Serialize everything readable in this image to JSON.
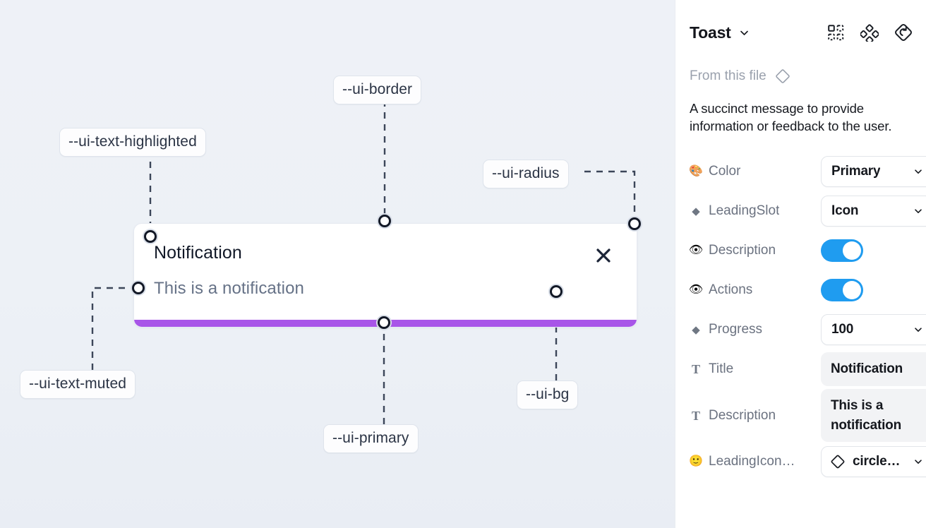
{
  "canvas": {
    "background_color": "#edf1f6",
    "tokens": [
      {
        "name": "ui-text-highlighted",
        "label": "--ui-text-highlighted"
      },
      {
        "name": "ui-border",
        "label": "--ui-border"
      },
      {
        "name": "ui-radius",
        "label": "--ui-radius"
      },
      {
        "name": "ui-text-muted",
        "label": "--ui-text-muted"
      },
      {
        "name": "ui-primary",
        "label": "--ui-primary"
      },
      {
        "name": "ui-bg",
        "label": "--ui-bg"
      }
    ]
  },
  "toast": {
    "title": "Notification",
    "description": "This is a notification",
    "close_icon": "close-icon",
    "progress_color": "#a855e8",
    "background_color": "#ffffff"
  },
  "panel": {
    "title": "Toast",
    "title_caret_icon": "chevron-down-icon",
    "header_icons": [
      {
        "name": "component-grid-icon"
      },
      {
        "name": "variants-diamond-cluster-icon"
      },
      {
        "name": "reset-diamond-icon"
      }
    ],
    "from_file_label": "From this file",
    "from_file_icon": "diamond-icon",
    "component_description": "A succinct message to provide information or feedback to the user.",
    "properties": [
      {
        "icon": "palette-emoji",
        "glyph": "🎨",
        "label": "Color",
        "control": "select",
        "value": "Primary"
      },
      {
        "icon": "diamond-emoji",
        "glyph": "◆",
        "label": "LeadingSlot",
        "control": "select",
        "value": "Icon"
      },
      {
        "icon": "eye-emoji",
        "glyph": "👁",
        "label": "Description",
        "control": "toggle",
        "value": "on"
      },
      {
        "icon": "eye-emoji",
        "glyph": "👁",
        "label": "Actions",
        "control": "toggle",
        "value": "on"
      },
      {
        "icon": "diamond-emoji",
        "glyph": "◆",
        "label": "Progress",
        "control": "select",
        "value": "100"
      },
      {
        "icon": "text-t-glyph",
        "glyph": "T",
        "label": "Title",
        "control": "text",
        "value": "Notification"
      },
      {
        "icon": "text-t-glyph",
        "glyph": "T",
        "label": "Description",
        "control": "text",
        "value": "This is a notification"
      },
      {
        "icon": "smiley-emoji",
        "glyph": "🙂",
        "label": "LeadingIcon…",
        "control": "icon-select",
        "value": "circle…"
      }
    ],
    "toggle_on_color": "#1f9cf0"
  }
}
